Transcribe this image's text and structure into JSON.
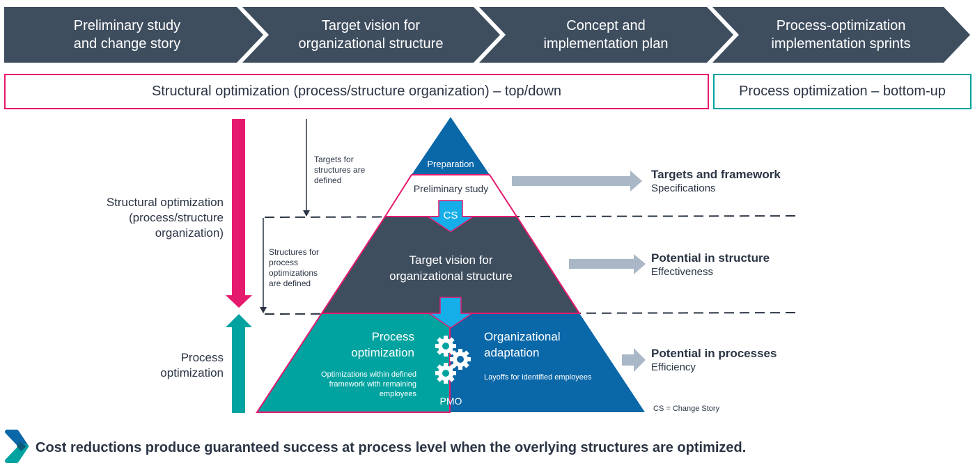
{
  "phases": [
    {
      "label": "Preliminary study\nand change story"
    },
    {
      "label": "Target vision for\norganizational structure"
    },
    {
      "label": "Concept and\nimplementation plan"
    },
    {
      "label": "Process-optimization\nimplementation sprints"
    }
  ],
  "bands": {
    "top_down": "Structural optimization (process/structure organization) – top/down",
    "bottom_up": "Process optimization – bottom-up"
  },
  "left": {
    "structural_label": "Structural optimization\n(process/structure\norganization)",
    "process_label": "Process\noptimization",
    "targets_note": "Targets for\nstructures are\ndefined",
    "structures_note": "Structures for\nprocess\noptimizations\nare defined"
  },
  "pyramid": {
    "preparation": "Preparation",
    "preliminary_study": "Preliminary study",
    "cs": "CS",
    "target_vision": "Target vision for\norganizational structure",
    "process_optimization": "Process\noptimization",
    "process_optimization_desc": "Optimizations within defined\nframework with remaining\nemployees",
    "organizational_adaptation": "Organizational\nadaptation",
    "organizational_adaptation_desc": "Layoffs for identified employees",
    "pmo": "PMO"
  },
  "outcomes": [
    {
      "title": "Targets and framework",
      "subtitle": "Specifications"
    },
    {
      "title": "Potential in structure",
      "subtitle": "Effectiveness"
    },
    {
      "title": "Potential in processes",
      "subtitle": "Efficiency"
    }
  ],
  "legend_note": "CS = Change Story",
  "conclusion": "Cost reductions produce guaranteed success at process level when the overlying structures are optimized.",
  "colors": {
    "phase_bg": "#3f4e5f",
    "magenta": "#e5196e",
    "teal": "#00a3a0",
    "blue": "#0a67a8",
    "light_blue": "#15aee8",
    "dark": "#3f4e5f",
    "gray_arrow": "#a9b7c6"
  }
}
